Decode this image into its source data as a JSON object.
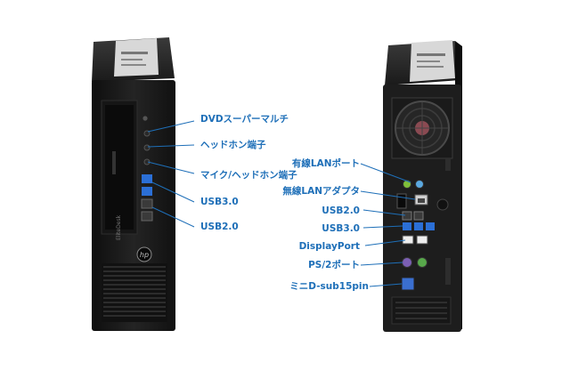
{
  "colors": {
    "accent": "#1e6fb8",
    "case": "#1c1c1c",
    "usb3": "#2b6fd6"
  },
  "front_labels": [
    {
      "key": "dvd",
      "text": "DVDスーパーマルチ"
    },
    {
      "key": "headphone",
      "text": "ヘッドホン端子"
    },
    {
      "key": "mic",
      "text": "マイク/ヘッドホン端子"
    },
    {
      "key": "usb3",
      "text": "USB3.0"
    },
    {
      "key": "usb2",
      "text": "USB2.0"
    }
  ],
  "rear_labels": [
    {
      "key": "lan",
      "text": "有線LANポート"
    },
    {
      "key": "wlan",
      "text": "無線LANアダプタ"
    },
    {
      "key": "usb2",
      "text": "USB2.0"
    },
    {
      "key": "usb3",
      "text": "USB3.0"
    },
    {
      "key": "dp",
      "text": "DisplayPort"
    },
    {
      "key": "ps2",
      "text": "PS/2ポート"
    },
    {
      "key": "dsub",
      "text": "ミニD-sub15pin"
    }
  ],
  "front_branding": {
    "logo": "hp",
    "model": "EliteDesk"
  },
  "icons": [
    "hp-logo",
    "fan-icon"
  ]
}
